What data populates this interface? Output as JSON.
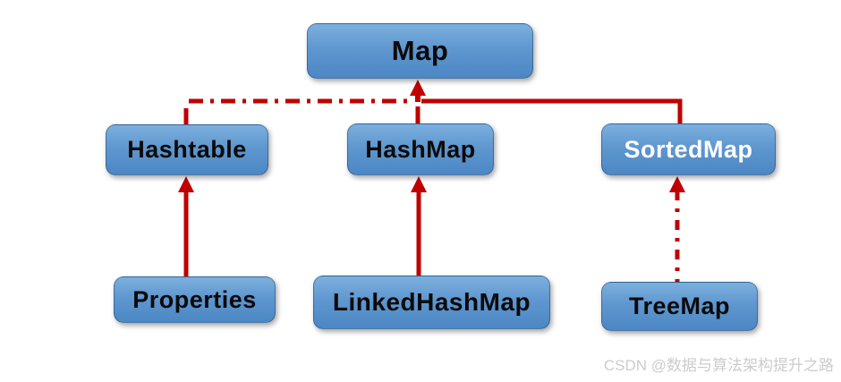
{
  "diagram": {
    "type": "class-hierarchy",
    "nodes": [
      {
        "id": "map",
        "label": "Map",
        "text_color": "#0a0a0a"
      },
      {
        "id": "hashtable",
        "label": "Hashtable",
        "text_color": "#0a0a0a"
      },
      {
        "id": "hashmap",
        "label": "HashMap",
        "text_color": "#0a0a0a"
      },
      {
        "id": "sortedmap",
        "label": "SortedMap",
        "text_color": "#ffffff"
      },
      {
        "id": "properties",
        "label": "Properties",
        "text_color": "#0a0a0a"
      },
      {
        "id": "linkedhashmap",
        "label": "LinkedHashMap",
        "text_color": "#0a0a0a"
      },
      {
        "id": "treemap",
        "label": "TreeMap",
        "text_color": "#0a0a0a"
      }
    ],
    "edges": [
      {
        "from": "hashtable",
        "to": "map",
        "style": "dash-dot",
        "arrowhead": "shared-at-map"
      },
      {
        "from": "hashmap",
        "to": "map",
        "style": "solid",
        "arrowhead": "up"
      },
      {
        "from": "sortedmap",
        "to": "map",
        "style": "solid",
        "arrowhead": "shared-at-map"
      },
      {
        "from": "properties",
        "to": "hashtable",
        "style": "solid",
        "arrowhead": "up"
      },
      {
        "from": "linkedhashmap",
        "to": "hashmap",
        "style": "solid",
        "arrowhead": "up"
      },
      {
        "from": "treemap",
        "to": "sortedmap",
        "style": "dash-dot",
        "arrowhead": "up"
      }
    ],
    "colors": {
      "node_fill_top": "#7cb0de",
      "node_fill_bottom": "#4c87c4",
      "arrow": "#c00000",
      "background": "#ffffff"
    }
  },
  "watermark": {
    "text": "CSDN @数据与算法架构提升之路",
    "color": "#cccccc"
  }
}
